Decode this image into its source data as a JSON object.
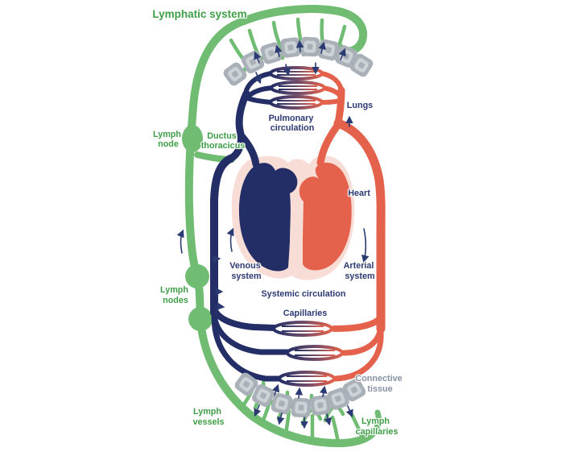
{
  "colors": {
    "background": "#ffffff",
    "lymph_green": "#6fbc72",
    "green_text": "#3f9e47",
    "venous_navy": "#232e66",
    "label_navy": "#2b3a72",
    "arterial_red": "#e4624c",
    "heart_pink": "#f8dcd6",
    "cell_gray": "#a9b0b8",
    "cell_gray_light": "#cdd2d6",
    "tissue_text_gray": "#8792a3"
  },
  "title": "Lymphatic system",
  "labels": {
    "lymph_node": {
      "line1": "Lymph",
      "line2": "node"
    },
    "ductus_thoracicus": {
      "line1": "Ductus",
      "line2": "thoracicus"
    },
    "pulmonary_circulation": {
      "line1": "Pulmonary",
      "line2": "circulation"
    },
    "lungs": {
      "line1": "Lungs"
    },
    "heart": {
      "line1": "Heart"
    },
    "venous_system": {
      "line1": "Venous",
      "line2": "system"
    },
    "arterial_system": {
      "line1": "Arterial",
      "line2": "system"
    },
    "systemic_circulation": {
      "line1": "Systemic circulation"
    },
    "capillaries": {
      "line1": "Capillaries"
    },
    "lymph_nodes": {
      "line1": "Lymph",
      "line2": "nodes"
    },
    "connective_tissue": {
      "line1": "Connective",
      "line2": "tissue"
    },
    "lymph_vessels": {
      "line1": "Lymph",
      "line2": "vessels"
    },
    "lymph_capillaries": {
      "line1": "Lymph",
      "line2": "capillaries"
    }
  }
}
